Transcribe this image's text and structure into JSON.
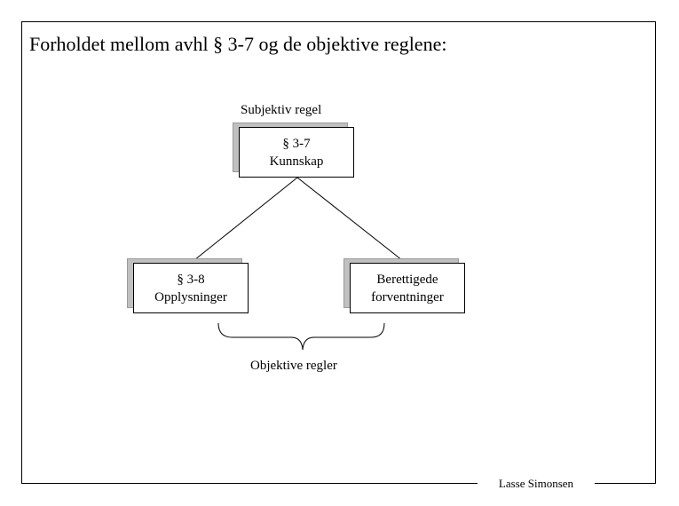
{
  "title": "Forholdet mellom avhl § 3-7 og de objektive reglene:",
  "subjective_label": "Subjektiv regel",
  "objective_label": "Objektive regler",
  "boxes": {
    "top": {
      "line1": "§ 3-7",
      "line2": "Kunnskap"
    },
    "left": {
      "line1": "§ 3-8",
      "line2": "Opplysninger"
    },
    "right": {
      "line1": "Berettigede",
      "line2": "forventninger"
    }
  },
  "author": "Lasse Simonsen"
}
